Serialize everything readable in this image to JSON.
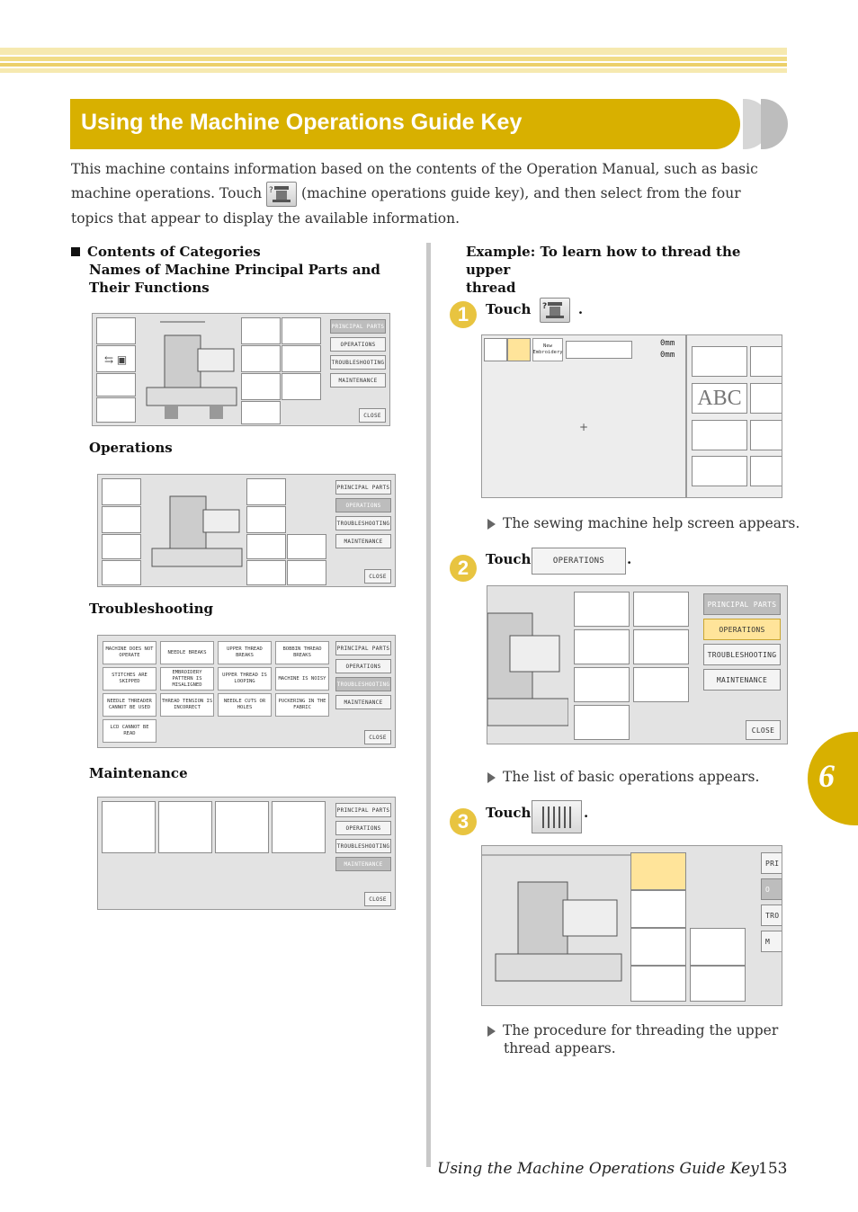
{
  "header": {
    "title": "Using the Machine Operations Guide Key"
  },
  "intro": {
    "part1": "This machine contains information based on the contents of the Operation Manual, such as basic machine operations. Touch",
    "part2": "(machine operations guide key), and then select from the four topics that appear to display the available information."
  },
  "left": {
    "heading_line1": "Contents of Categories",
    "heading_line2": "Names of Machine Principal Parts and Their Functions",
    "sub_operations": "Operations",
    "sub_troubleshooting": "Troubleshooting",
    "sub_maintenance": "Maintenance"
  },
  "menu": {
    "principal_parts": "PRINCIPAL PARTS",
    "operations": "OPERATIONS",
    "troubleshooting": "TROUBLESHOOTING",
    "maintenance": "MAINTENANCE",
    "close": "CLOSE"
  },
  "trouble_topics": [
    "MACHINE DOES NOT OPERATE",
    "NEEDLE BREAKS",
    "UPPER THREAD BREAKS",
    "BOBBIN THREAD BREAKS",
    "STITCHES ARE SKIPPED",
    "EMBROIDERY PATTERN IS MISALIGNED",
    "UPPER THREAD IS LOOPING",
    "MACHINE IS NOISY",
    "NEEDLE THREADER CANNOT BE USED",
    "THREAD TENSION IS INCORRECT",
    "NEEDLE CUTS OR HOLES",
    "PUCKERING IN THE FABRIC",
    "LCD CANNOT BE READ"
  ],
  "right": {
    "example_line1": "Example: To learn how to thread the upper",
    "example_line2": "thread",
    "steps": [
      {
        "num": "1",
        "touch": "Touch",
        "period": ".",
        "result": "The sewing machine help screen appears."
      },
      {
        "num": "2",
        "touch": "Touch",
        "period": ".",
        "result": "The list of basic operations appears."
      },
      {
        "num": "3",
        "touch": "Touch",
        "period": ".",
        "result_line1": "The procedure for threading the upper",
        "result_line2": "thread appears."
      }
    ],
    "screen1": {
      "new_embroidery": "New Embroidery",
      "mm1": "0mm",
      "mm2": "0mm",
      "abc": "ABC"
    },
    "screen3_partials": [
      "PRI",
      "O",
      "TRO",
      "M"
    ]
  },
  "chapter": {
    "number": "6"
  },
  "footer": {
    "title": "Using the Machine Operations Guide Key",
    "page": "153"
  },
  "colors": {
    "accent": "#d8b000",
    "stripe_light": "#f5e7a8"
  }
}
